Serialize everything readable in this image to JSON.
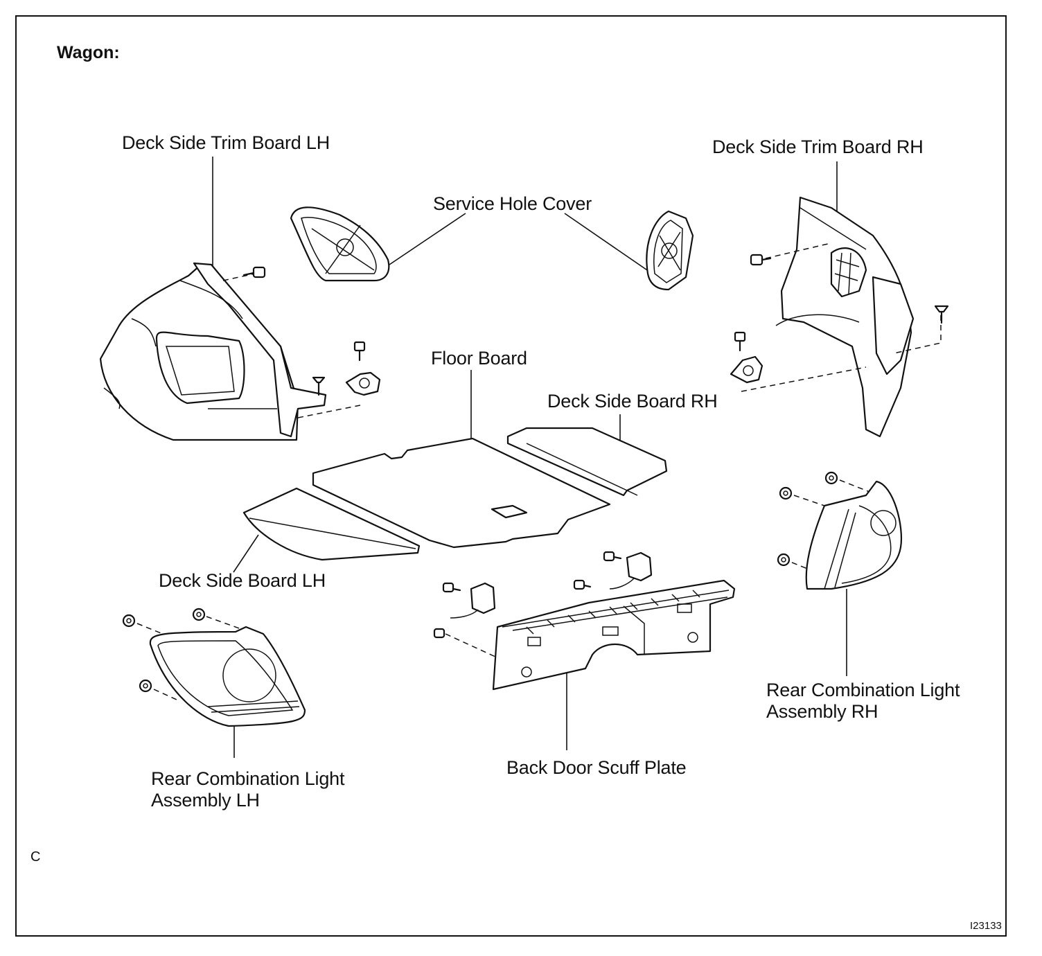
{
  "heading": "Wagon:",
  "corner_mark": "C",
  "figure_id": "I23133",
  "labels": {
    "deck_side_trim_lh": "Deck Side Trim Board LH",
    "deck_side_trim_rh": "Deck Side Trim Board RH",
    "service_hole_cover": "Service Hole Cover",
    "floor_board": "Floor Board",
    "deck_side_board_rh": "Deck Side Board RH",
    "deck_side_board_lh": "Deck Side Board LH",
    "rear_light_lh_line1": "Rear Combination Light",
    "rear_light_lh_line2": "Assembly LH",
    "rear_light_rh_line1": "Rear Combination Light",
    "rear_light_rh_line2": "Assembly RH",
    "back_door_scuff_plate": "Back Door Scuff Plate"
  }
}
